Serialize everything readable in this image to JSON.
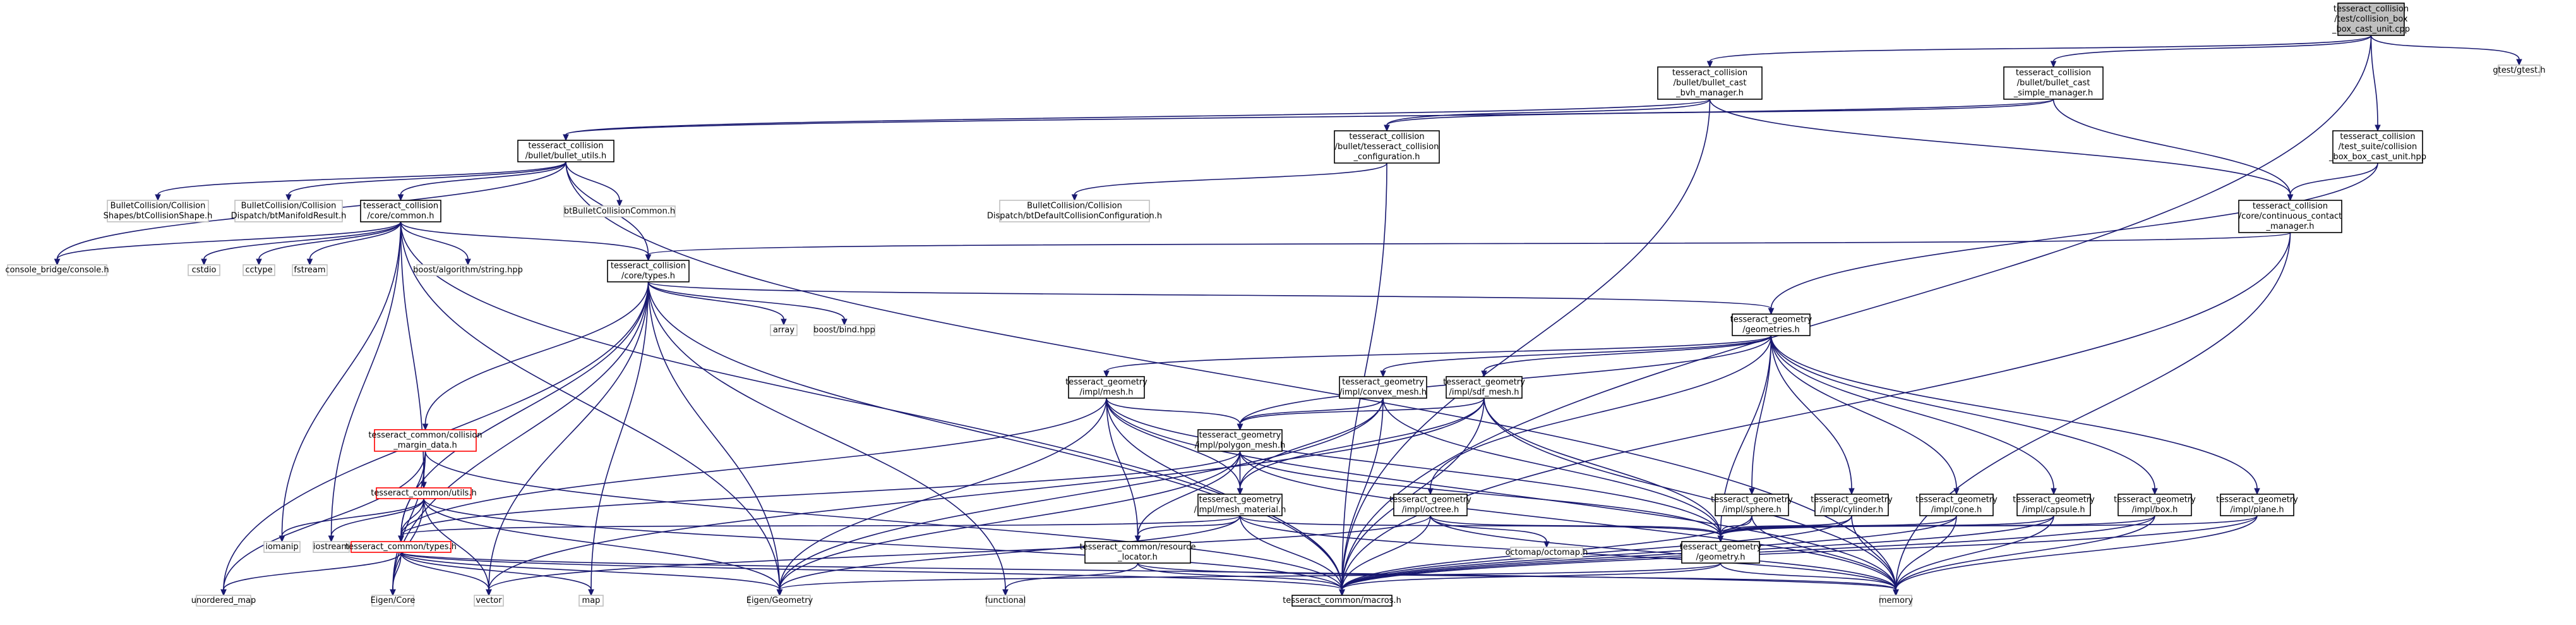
{
  "graph": {
    "nodes": [
      {
        "id": "root",
        "lines": [
          "tesseract_collision",
          "/test/collision_box",
          "_box_cast_unit.cpp"
        ],
        "style": "root"
      },
      {
        "id": "gtest",
        "lines": [
          "gtest/gtest.h"
        ],
        "style": "gray"
      },
      {
        "id": "bvh",
        "lines": [
          "tesseract_collision",
          "/bullet/bullet_cast",
          "_bvh_manager.h"
        ],
        "style": "black"
      },
      {
        "id": "simple",
        "lines": [
          "tesseract_collision",
          "/bullet/bullet_cast",
          "_simple_manager.h"
        ],
        "style": "black"
      },
      {
        "id": "test_suite",
        "lines": [
          "tesseract_collision",
          "/test_suite/collision",
          "_box_box_cast_unit.hpp"
        ],
        "style": "black"
      },
      {
        "id": "butils",
        "lines": [
          "tesseract_collision",
          "/bullet/bullet_utils.h"
        ],
        "style": "black"
      },
      {
        "id": "tconf",
        "lines": [
          "tesseract_collision",
          "/bullet/tesseract_collision",
          "_configuration.h"
        ],
        "style": "black"
      },
      {
        "id": "btshape",
        "lines": [
          "BulletCollision/Collision",
          "Shapes/btCollisionShape.h"
        ],
        "style": "gray"
      },
      {
        "id": "btmanifold",
        "lines": [
          "BulletCollision/Collision",
          "Dispatch/btManifoldResult.h"
        ],
        "style": "gray"
      },
      {
        "id": "btcommon",
        "lines": [
          "btBulletCollisionCommon.h"
        ],
        "style": "gray"
      },
      {
        "id": "btdefault",
        "lines": [
          "BulletCollision/Collision",
          "Dispatch/btDefaultCollisionConfiguration.h"
        ],
        "style": "gray"
      },
      {
        "id": "ccm",
        "lines": [
          "tesseract_collision",
          "/core/continuous_contact",
          "_manager.h"
        ],
        "style": "black"
      },
      {
        "id": "common",
        "lines": [
          "tesseract_collision",
          "/core/common.h"
        ],
        "style": "black"
      },
      {
        "id": "console",
        "lines": [
          "console_bridge/console.h"
        ],
        "style": "gray"
      },
      {
        "id": "cstdio",
        "lines": [
          "cstdio"
        ],
        "style": "gray"
      },
      {
        "id": "cctype",
        "lines": [
          "cctype"
        ],
        "style": "gray"
      },
      {
        "id": "fstream",
        "lines": [
          "fstream"
        ],
        "style": "gray"
      },
      {
        "id": "bstring",
        "lines": [
          "boost/algorithm/string.hpp"
        ],
        "style": "gray"
      },
      {
        "id": "ctypes",
        "lines": [
          "tesseract_collision",
          "/core/types.h"
        ],
        "style": "black"
      },
      {
        "id": "array",
        "lines": [
          "array"
        ],
        "style": "gray"
      },
      {
        "id": "bbind",
        "lines": [
          "boost/bind.hpp"
        ],
        "style": "gray"
      },
      {
        "id": "geometries",
        "lines": [
          "tesseract_geometry",
          "/geometries.h"
        ],
        "style": "black"
      },
      {
        "id": "imesh",
        "lines": [
          "tesseract_geometry",
          "/impl/mesh.h"
        ],
        "style": "black"
      },
      {
        "id": "iconvex",
        "lines": [
          "tesseract_geometry",
          "/impl/convex_mesh.h"
        ],
        "style": "black"
      },
      {
        "id": "isdf",
        "lines": [
          "tesseract_geometry",
          "/impl/sdf_mesh.h"
        ],
        "style": "black"
      },
      {
        "id": "margin",
        "lines": [
          "tesseract_common/collision",
          "_margin_data.h"
        ],
        "style": "red"
      },
      {
        "id": "ipolygon",
        "lines": [
          "tesseract_geometry",
          "/impl/polygon_mesh.h"
        ],
        "style": "black"
      },
      {
        "id": "cutils",
        "lines": [
          "tesseract_common/utils.h"
        ],
        "style": "red"
      },
      {
        "id": "imeshmat",
        "lines": [
          "tesseract_geometry",
          "/impl/mesh_material.h"
        ],
        "style": "black"
      },
      {
        "id": "ioctree",
        "lines": [
          "tesseract_geometry",
          "/impl/octree.h"
        ],
        "style": "black"
      },
      {
        "id": "isphere",
        "lines": [
          "tesseract_geometry",
          "/impl/sphere.h"
        ],
        "style": "black"
      },
      {
        "id": "icylinder",
        "lines": [
          "tesseract_geometry",
          "/impl/cylinder.h"
        ],
        "style": "black"
      },
      {
        "id": "icone",
        "lines": [
          "tesseract_geometry",
          "/impl/cone.h"
        ],
        "style": "black"
      },
      {
        "id": "icapsule",
        "lines": [
          "tesseract_geometry",
          "/impl/capsule.h"
        ],
        "style": "black"
      },
      {
        "id": "ibox",
        "lines": [
          "tesseract_geometry",
          "/impl/box.h"
        ],
        "style": "black"
      },
      {
        "id": "iplane",
        "lines": [
          "tesseract_geometry",
          "/impl/plane.h"
        ],
        "style": "black"
      },
      {
        "id": "octomap",
        "lines": [
          "octomap/octomap.h"
        ],
        "style": "gray"
      },
      {
        "id": "iomanip",
        "lines": [
          "iomanip"
        ],
        "style": "gray"
      },
      {
        "id": "iostream",
        "lines": [
          "iostream"
        ],
        "style": "gray"
      },
      {
        "id": "ctypesh",
        "lines": [
          "tesseract_common/types.h"
        ],
        "style": "red"
      },
      {
        "id": "resloc",
        "lines": [
          "tesseract_common/resource",
          "_locator.h"
        ],
        "style": "black"
      },
      {
        "id": "geom",
        "lines": [
          "tesseract_geometry",
          "/geometry.h"
        ],
        "style": "black"
      },
      {
        "id": "unordered",
        "lines": [
          "unordered_map"
        ],
        "style": "gray"
      },
      {
        "id": "eigencore",
        "lines": [
          "Eigen/Core"
        ],
        "style": "gray"
      },
      {
        "id": "vector",
        "lines": [
          "vector"
        ],
        "style": "gray"
      },
      {
        "id": "map",
        "lines": [
          "map"
        ],
        "style": "gray"
      },
      {
        "id": "eigengeom",
        "lines": [
          "Eigen/Geometry"
        ],
        "style": "gray"
      },
      {
        "id": "functional",
        "lines": [
          "functional"
        ],
        "style": "gray"
      },
      {
        "id": "macros",
        "lines": [
          "tesseract_common/macros.h"
        ],
        "style": "black"
      },
      {
        "id": "memory",
        "lines": [
          "memory"
        ],
        "style": "gray"
      }
    ],
    "edges": [
      [
        "root",
        "gtest"
      ],
      [
        "root",
        "bvh"
      ],
      [
        "root",
        "simple"
      ],
      [
        "root",
        "test_suite"
      ],
      [
        "root",
        "macros"
      ],
      [
        "bvh",
        "butils"
      ],
      [
        "bvh",
        "tconf"
      ],
      [
        "bvh",
        "ccm"
      ],
      [
        "bvh",
        "macros"
      ],
      [
        "simple",
        "butils"
      ],
      [
        "simple",
        "tconf"
      ],
      [
        "simple",
        "ccm"
      ],
      [
        "test_suite",
        "ccm"
      ],
      [
        "test_suite",
        "geometries"
      ],
      [
        "butils",
        "btshape"
      ],
      [
        "butils",
        "btmanifold"
      ],
      [
        "butils",
        "btcommon"
      ],
      [
        "butils",
        "common"
      ],
      [
        "butils",
        "console"
      ],
      [
        "butils",
        "ctypes"
      ],
      [
        "butils",
        "memory"
      ],
      [
        "tconf",
        "btdefault"
      ],
      [
        "tconf",
        "macros"
      ],
      [
        "ccm",
        "ctypes"
      ],
      [
        "ccm",
        "macros"
      ],
      [
        "ccm",
        "memory"
      ],
      [
        "common",
        "console"
      ],
      [
        "common",
        "cstdio"
      ],
      [
        "common",
        "cctype"
      ],
      [
        "common",
        "fstream"
      ],
      [
        "common",
        "bstring"
      ],
      [
        "common",
        "ctypes"
      ],
      [
        "common",
        "iomanip"
      ],
      [
        "common",
        "iostream"
      ],
      [
        "common",
        "cutils"
      ],
      [
        "common",
        "eigengeom"
      ],
      [
        "common",
        "macros"
      ],
      [
        "ctypes",
        "array"
      ],
      [
        "ctypes",
        "bbind"
      ],
      [
        "ctypes",
        "geometries"
      ],
      [
        "ctypes",
        "margin"
      ],
      [
        "ctypes",
        "ctypesh"
      ],
      [
        "ctypes",
        "unordered"
      ],
      [
        "ctypes",
        "eigencore"
      ],
      [
        "ctypes",
        "vector"
      ],
      [
        "ctypes",
        "map"
      ],
      [
        "ctypes",
        "eigengeom"
      ],
      [
        "ctypes",
        "functional"
      ],
      [
        "ctypes",
        "macros"
      ],
      [
        "geometries",
        "imesh"
      ],
      [
        "geometries",
        "iconvex"
      ],
      [
        "geometries",
        "isdf"
      ],
      [
        "geometries",
        "ipolygon"
      ],
      [
        "geometries",
        "ioctree"
      ],
      [
        "geometries",
        "isphere"
      ],
      [
        "geometries",
        "icylinder"
      ],
      [
        "geometries",
        "icone"
      ],
      [
        "geometries",
        "icapsule"
      ],
      [
        "geometries",
        "ibox"
      ],
      [
        "geometries",
        "iplane"
      ],
      [
        "geometries",
        "geom"
      ],
      [
        "imesh",
        "ipolygon"
      ],
      [
        "imesh",
        "imeshmat"
      ],
      [
        "imesh",
        "resloc"
      ],
      [
        "imesh",
        "ctypesh"
      ],
      [
        "imesh",
        "eigengeom"
      ],
      [
        "imesh",
        "macros"
      ],
      [
        "imesh",
        "geom"
      ],
      [
        "imesh",
        "memory"
      ],
      [
        "iconvex",
        "ipolygon"
      ],
      [
        "iconvex",
        "imeshmat"
      ],
      [
        "iconvex",
        "eigengeom"
      ],
      [
        "iconvex",
        "macros"
      ],
      [
        "iconvex",
        "geom"
      ],
      [
        "isdf",
        "ipolygon"
      ],
      [
        "isdf",
        "imeshmat"
      ],
      [
        "isdf",
        "vector"
      ],
      [
        "isdf",
        "macros"
      ],
      [
        "isdf",
        "geom"
      ],
      [
        "isdf",
        "memory"
      ],
      [
        "margin",
        "cutils"
      ],
      [
        "margin",
        "ctypesh"
      ],
      [
        "margin",
        "unordered"
      ],
      [
        "margin",
        "eigencore"
      ],
      [
        "margin",
        "macros"
      ],
      [
        "ipolygon",
        "imeshmat"
      ],
      [
        "ipolygon",
        "resloc"
      ],
      [
        "ipolygon",
        "ctypesh"
      ],
      [
        "ipolygon",
        "eigengeom"
      ],
      [
        "ipolygon",
        "geom"
      ],
      [
        "ipolygon",
        "memory"
      ],
      [
        "cutils",
        "ctypesh"
      ],
      [
        "cutils",
        "iomanip"
      ],
      [
        "cutils",
        "iostream"
      ],
      [
        "cutils",
        "eigencore"
      ],
      [
        "cutils",
        "vector"
      ],
      [
        "cutils",
        "eigengeom"
      ],
      [
        "cutils",
        "macros"
      ],
      [
        "imeshmat",
        "resloc"
      ],
      [
        "imeshmat",
        "ctypesh"
      ],
      [
        "imeshmat",
        "eigengeom"
      ],
      [
        "imeshmat",
        "macros"
      ],
      [
        "imeshmat",
        "geom"
      ],
      [
        "imeshmat",
        "memory"
      ],
      [
        "ioctree",
        "octomap"
      ],
      [
        "ioctree",
        "geom"
      ],
      [
        "ioctree",
        "vector"
      ],
      [
        "ioctree",
        "macros"
      ],
      [
        "ioctree",
        "memory"
      ],
      [
        "isphere",
        "geom"
      ],
      [
        "isphere",
        "macros"
      ],
      [
        "isphere",
        "memory"
      ],
      [
        "icylinder",
        "geom"
      ],
      [
        "icylinder",
        "macros"
      ],
      [
        "icylinder",
        "memory"
      ],
      [
        "icone",
        "geom"
      ],
      [
        "icone",
        "macros"
      ],
      [
        "icone",
        "memory"
      ],
      [
        "icapsule",
        "geom"
      ],
      [
        "icapsule",
        "macros"
      ],
      [
        "icapsule",
        "memory"
      ],
      [
        "ibox",
        "geom"
      ],
      [
        "ibox",
        "macros"
      ],
      [
        "ibox",
        "memory"
      ],
      [
        "iplane",
        "geom"
      ],
      [
        "iplane",
        "macros"
      ],
      [
        "iplane",
        "memory"
      ],
      [
        "ctypesh",
        "unordered"
      ],
      [
        "ctypesh",
        "eigencore"
      ],
      [
        "ctypesh",
        "vector"
      ],
      [
        "ctypesh",
        "map"
      ],
      [
        "ctypesh",
        "eigengeom"
      ],
      [
        "ctypesh",
        "macros"
      ],
      [
        "ctypesh",
        "memory"
      ],
      [
        "resloc",
        "functional"
      ],
      [
        "resloc",
        "macros"
      ],
      [
        "resloc",
        "memory"
      ],
      [
        "geom",
        "eigengeom"
      ],
      [
        "geom",
        "macros"
      ],
      [
        "geom",
        "memory"
      ]
    ]
  }
}
